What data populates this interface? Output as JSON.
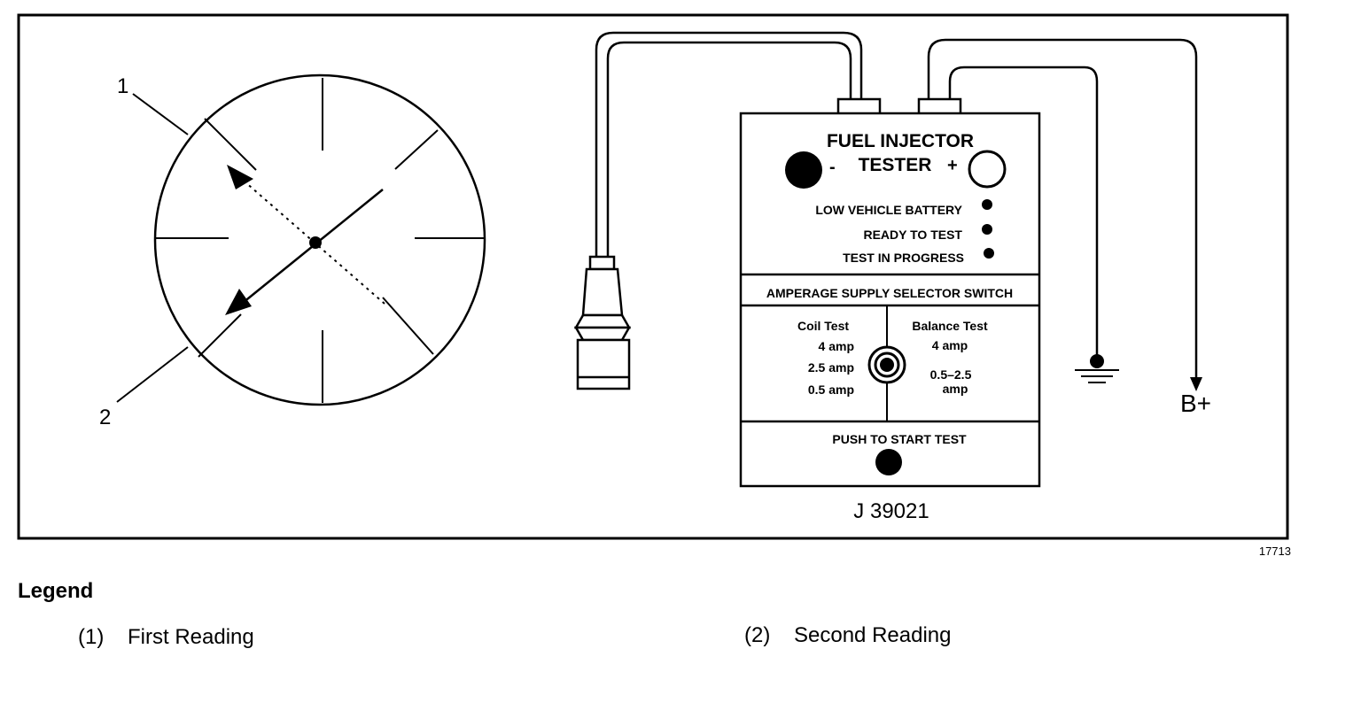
{
  "figure_number": "17713",
  "gauge": {
    "callout_1": "1",
    "callout_2": "2"
  },
  "tester": {
    "title_line1": "FUEL INJECTOR",
    "title_line2": "TESTER",
    "minus_sign": "-",
    "plus_sign": "+",
    "indicators": [
      "LOW VEHICLE BATTERY",
      "READY TO TEST",
      "TEST IN PROGRESS"
    ],
    "selector_title": "AMPERAGE SUPPLY SELECTOR SWITCH",
    "coil_test": {
      "heading": "Coil Test",
      "options": [
        "4 amp",
        "2.5 amp",
        "0.5 amp"
      ]
    },
    "balance_test": {
      "heading": "Balance Test",
      "option1": "4 amp",
      "option2_line1": "0.5–2.5",
      "option2_line2": "amp"
    },
    "push_label": "PUSH TO START TEST",
    "model": "J 39021"
  },
  "battery_label": "B+",
  "legend": {
    "heading": "Legend",
    "items": [
      {
        "number": "(1)",
        "label": "First Reading"
      },
      {
        "number": "(2)",
        "label": "Second Reading"
      }
    ]
  }
}
